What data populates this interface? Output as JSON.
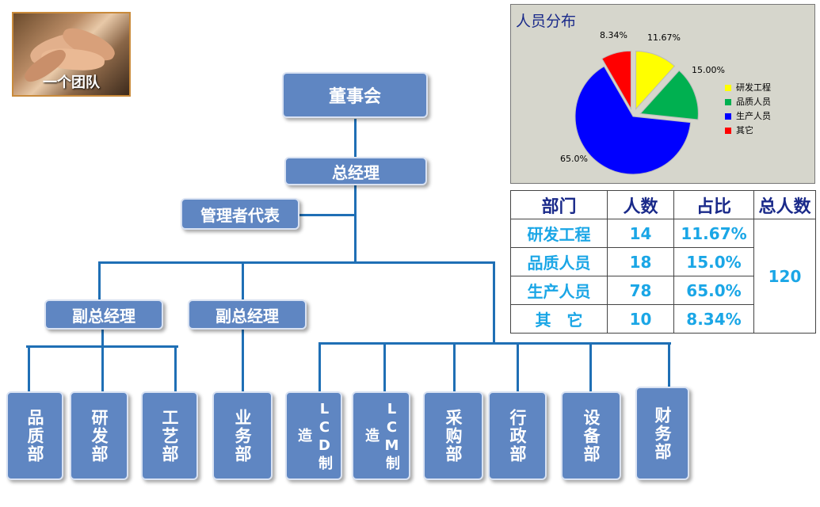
{
  "logo": {
    "caption": "一个团队"
  },
  "org": {
    "board": "董事会",
    "gm": "总经理",
    "mgmt_rep": "管理者代表",
    "deputy_left": "副总经理",
    "deputy_right": "副总经理",
    "depts": [
      "品质部",
      "研发部",
      "工艺部",
      "业务部",
      "LCD制造",
      "LCM制造",
      "采购部",
      "行政部",
      "设备部",
      "财务部"
    ]
  },
  "chart_data": {
    "type": "pie",
    "title": "人员分布",
    "slices": [
      {
        "label": "研发工程",
        "value": 11.67,
        "display": "11.67%",
        "color": "#ffff00"
      },
      {
        "label": "品质人员",
        "value": 15.0,
        "display": "15.00%",
        "color": "#00b050"
      },
      {
        "label": "生产人员",
        "value": 65.0,
        "display": "65.0%",
        "color": "#0000ff"
      },
      {
        "label": "其它",
        "value": 8.34,
        "display": "8.34%",
        "color": "#ff0000"
      }
    ],
    "legend_position": "right"
  },
  "table": {
    "headers": [
      "部门",
      "人数",
      "占比",
      "总人数"
    ],
    "rows": [
      {
        "dept": "研发工程",
        "count": "14",
        "pct": "11.67%"
      },
      {
        "dept": "品质人员",
        "count": "18",
        "pct": "15.0%"
      },
      {
        "dept": "生产人员",
        "count": "78",
        "pct": "65.0%"
      },
      {
        "dept": "其　它",
        "count": "10",
        "pct": "8.34%"
      }
    ],
    "total": "120"
  }
}
